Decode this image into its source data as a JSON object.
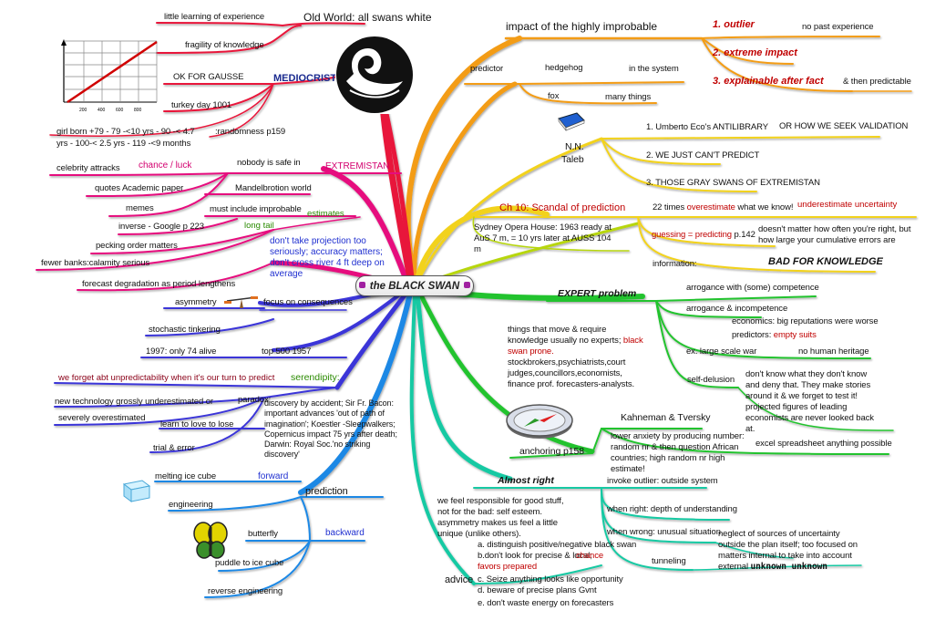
{
  "center": {
    "title": "the BLACK SWAN"
  },
  "colors": {
    "red": "#e8173a",
    "orange": "#f39c12",
    "yellow": "#f2d21c",
    "lime": "#b7d60f",
    "green": "#22c32f",
    "teal": "#19c9a3",
    "blue": "#1e88e5",
    "indigo": "#3a34d8",
    "magenta": "#e6117e"
  },
  "old_world": {
    "label": "Old World: all swans white",
    "items": [
      "little learning of experience",
      "fragility of knowledge"
    ]
  },
  "mediocristan": {
    "label": "MEDIOCRISTAN",
    "items": [
      "OK FOR GAUSSE",
      "turkey day 1001"
    ],
    "chart_ticks": [
      "200",
      "400",
      "600",
      "800"
    ],
    "facts_line1": "girl born +79 - 79 -<10 yrs - 90 -< 4.7",
    "facts_line2": "yrs - 100-< 2.5 yrs - 119 -<9 months",
    "randomness": ":randomness p159"
  },
  "extremistan": {
    "label": "EXTREMISTAN",
    "nobody_safe": "nobody is safe in",
    "chance_luck": "chance / luck",
    "celebrity": "celebrity attracks",
    "quotes": "quotes Academic paper",
    "memes": "memes",
    "mandelbrot": "Mandelbrotion world",
    "must_include": "must include improbable",
    "estimates": "estimates",
    "inverse": "inverse - Google p 223",
    "long_tail": "long tail",
    "pecking": "pecking order matters",
    "fewer_banks": "fewer banks:calamity serious",
    "projection": "don't take projection too seriously; accuracy matters; don't cross river 4 ft deep on average",
    "forecast_degradation": "forecast degradation as period lengthens"
  },
  "asymmetry": {
    "label": "asymmetry",
    "focus": "focus on consequences"
  },
  "tinkering": {
    "label": "stochastic tinkering"
  },
  "top500": {
    "label": "top 500 1957",
    "item": "1997: only 74 alive"
  },
  "serendipity": {
    "label": "serendipity:",
    "we_forget": "we forget abt unpredictability when it's our turn to predict",
    "paradox": "paradox:",
    "new_tech": "new technology grossly underestimated or",
    "severely": "severely overestimated",
    "learn_lose": "learn to love to lose",
    "trial": "trial & error",
    "discovery": "discovery by accident; Sir Fr. Bacon: important advances 'out of path of imagination'; Koestler -Sleepwalkers; Copernicus impact 75 yrs after death; Darwin: Royal Soc.'no striking discovery'"
  },
  "prediction": {
    "label": "prediction",
    "forward": "forward",
    "backward": "backward",
    "items_forward": [
      "melting ice cube",
      "engineering"
    ],
    "items_backward": [
      "butterfly",
      "puddle to ice cube",
      "reverse engineering"
    ]
  },
  "impact": {
    "label": "impact of the highly improbable",
    "points": [
      {
        "title": "1. outlier",
        "note": "no past experience"
      },
      {
        "title": "2. extreme impact",
        "note": ""
      },
      {
        "title": "3. explainable after fact",
        "note": "& then predictable"
      }
    ]
  },
  "predictor": {
    "label": "predictor",
    "hedgehog": "hedgehog",
    "hedgehog_note": "in the system",
    "fox": "fox",
    "fox_note": "many things"
  },
  "author": {
    "name1": "N.N.",
    "name2": "Taleb"
  },
  "antilibrary": {
    "items": [
      "1. Umberto Eco's ANTILIBRARY",
      "2. WE JUST CAN'T PREDICT",
      "3. THOSE GRAY SWANS OF EXTREMISTAN"
    ],
    "validation": "OR HOW WE SEEK VALIDATION"
  },
  "scandal": {
    "label": "Ch 10: Scandal of prediction",
    "overestimate_pre": "22 times ",
    "overestimate": "overestimate",
    "overestimate_post": " what we know!",
    "underestimate": "underestimate uncertainty",
    "opera": "Sydney Opera House: 1963 ready at AuS 7 m, = 10 yrs later at AUSS 104 m",
    "guessing": "guessing = predicting",
    "guessing_page": " p.142",
    "cumulative": "doesn't matter how often you're right, but how large your cumulative errors are",
    "information": "information:",
    "bad": "BAD FOR KNOWLEDGE"
  },
  "expert": {
    "label": "EXPERT problem",
    "arrogance1": "arrogance with (some) competence",
    "arrogance2": "arrogance & incompetence",
    "economics": "economics: big reputations were worse",
    "predictors_pre": "predictors: ",
    "predictors": "empty suits",
    "large_scale": "ex. large scale war",
    "no_human": "no human heritage",
    "self_delusion": "self-delusion",
    "dont_know": "don't know what they don't know and deny that. They make stories around it & we forget to test it! projected figures of leading economists are never looked back at.",
    "things_pre": "things that move & require knowledge usually no experts; ",
    "things_red": "black swan prone.",
    "things_post": " stockbrokers,psychiatrists,court judges,councillors,economists, finance prof. forecasters-analysts."
  },
  "anchoring": {
    "label": "anchoring p158",
    "kt": "Kahneman & Tversky",
    "kt_note": "lower anxiety by producing number: random nr & then question African countries; high random nr high estimate!",
    "excel": "excel spreadsheet anything possible"
  },
  "almost_right": {
    "label": "Almost right",
    "invoke": "invoke outlier: outside system",
    "responsible": "we feel responsible for good stuff, not for the bad: self esteem. asymmetry makes us feel a little unique (unlike others).",
    "when_right": "when right: depth of understanding",
    "when_wrong": "when wrong: unusual situation",
    "neglect_pre": "neglect of sources of uncertainty outside the plan itself; too focused on matters internal to take into account external ",
    "neglect_bold": "unknown unknown",
    "tunneling": "tunneling"
  },
  "advice": {
    "label": "advice",
    "items": [
      "a. distinguish positive/negative black swan",
      "b.don't look for precise & local; ",
      "c. Seize anything looks like opportunity",
      "d. beware of precise plans Gvnt",
      "e. don't waste energy on forecasters"
    ],
    "chance": "chance favors prepared"
  }
}
